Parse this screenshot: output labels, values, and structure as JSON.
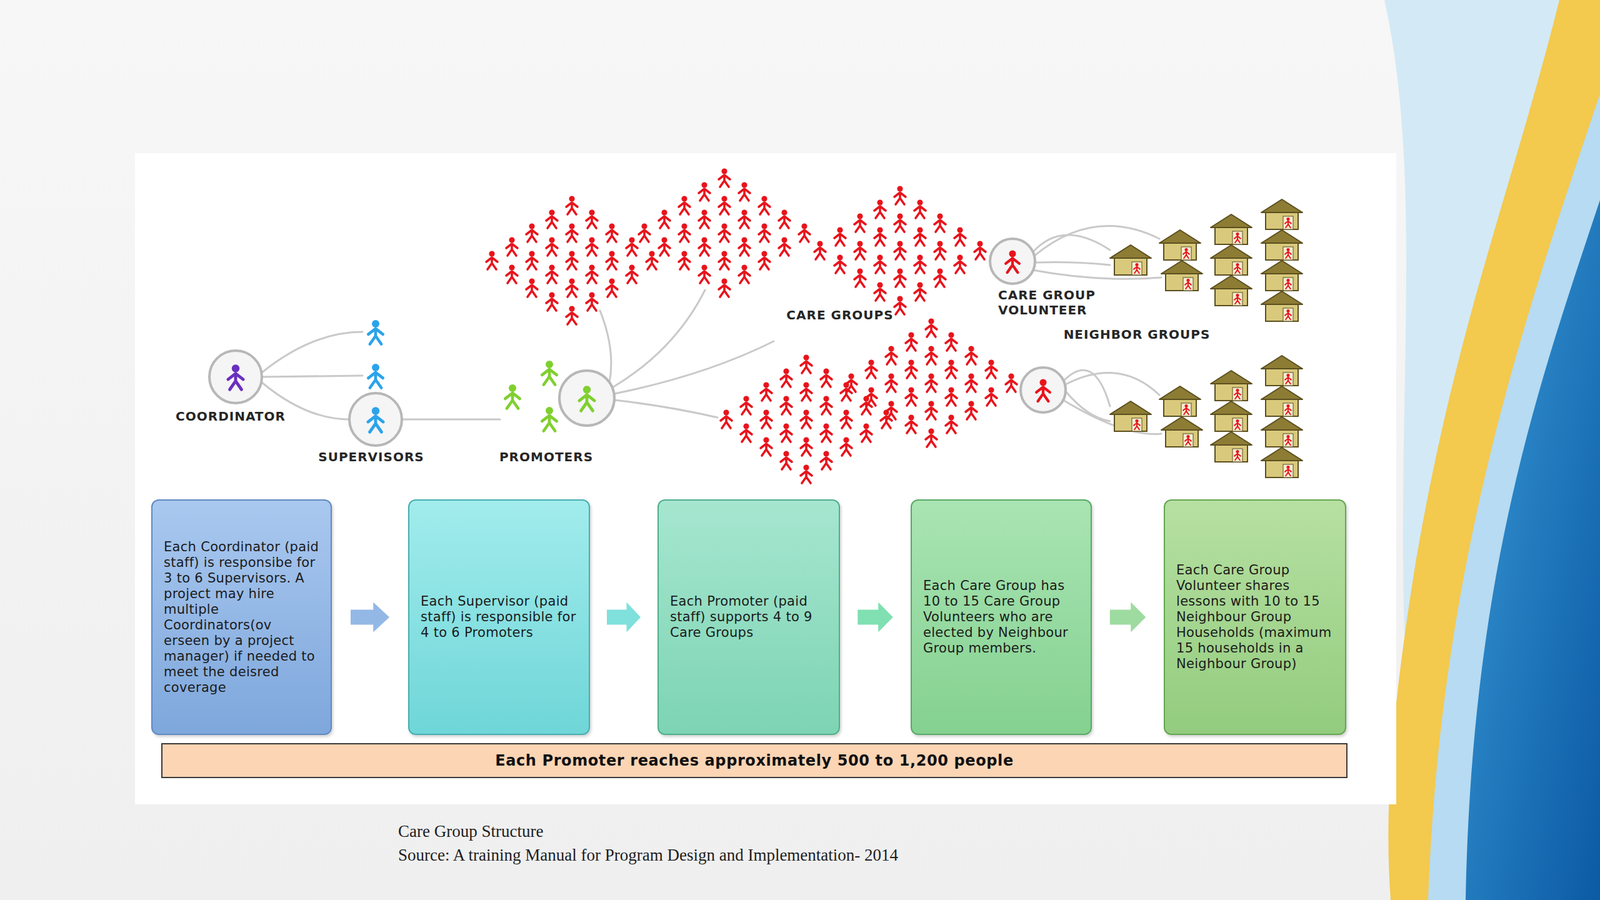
{
  "diagram": {
    "caption": "Care Group Structure",
    "nodes": [
      {
        "text": [
          "Each Coordinator (paid staff) is responsibe for 3 to 6 Supervisors. A project may hire multiple Coordinators(ov erseen by a project manager) if needed to meet the deisred coverage"
        ]
      },
      {
        "text": [
          "Each Supervisor (paid staff) is responsible for 4 to 6 Promoters"
        ]
      },
      {
        "text": [
          "Each Promoter (paid staff) supports 4 to 9 Care Groups"
        ]
      },
      {
        "text": [
          "Each Care Group has 10 to 15 Care Group Volunteers who are elected by Neighbour Group members."
        ]
      },
      {
        "text": [
          "Each Care Group Volunteer shares lessons with 10 to 15 Neighbour Group Households (maximum 15 households in a Neighbour Group)"
        ]
      },
      {
        "text": [
          "Each Promoter reaches approximately 500 to 1,200 people"
        ]
      }
    ],
    "edges": [
      {
        "from": 0,
        "to": 1,
        "arrow": "to"
      },
      {
        "from": 1,
        "to": 2,
        "arrow": "to"
      },
      {
        "from": 2,
        "to": 3,
        "arrow": "to"
      },
      {
        "from": 3,
        "to": 4,
        "arrow": "to"
      }
    ],
    "labels": [
      "COORDINATOR",
      "SUPERVISORS",
      "PROMOTERS",
      "CARE GROUPS",
      "CARE GROUP VOLUNTEER",
      "NEIGHBOR GROUPS",
      "Source: A training Manual for Program Design and Implementation- 2014"
    ]
  }
}
